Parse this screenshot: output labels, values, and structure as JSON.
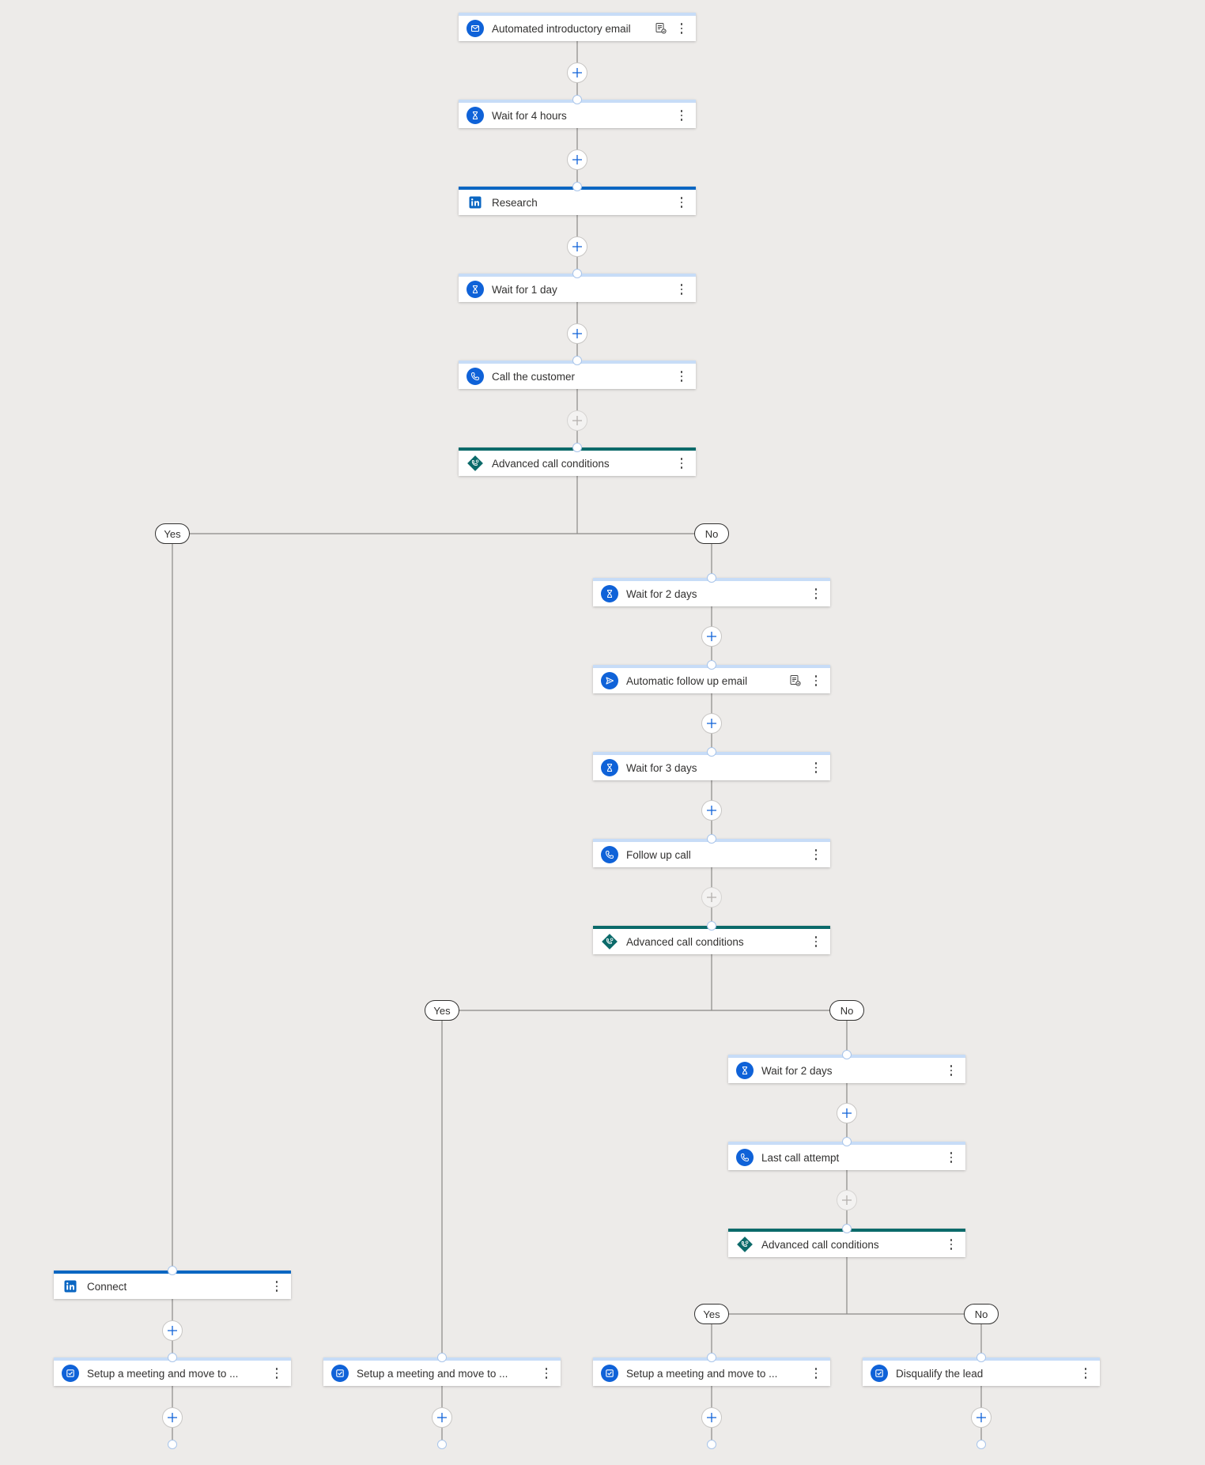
{
  "icons": {
    "email": "email-icon",
    "wait": "hourglass-icon",
    "linkedin": "linkedin-icon",
    "call": "phone-icon",
    "condition": "call-condition-icon",
    "send": "send-icon",
    "task": "checkbox-task-icon",
    "template": "email-template-icon",
    "add": "plus-icon",
    "more": "more-options-icon"
  },
  "colors": {
    "canvas_background": "#edebe9",
    "activity_icon": "#0f62d8",
    "linkedin_accent": "#0a66c2",
    "condition_accent": "#0b6a6a",
    "node_top_default": "#c7dcf7",
    "connector_line": "#8a8886"
  },
  "steps": [
    {
      "id": "s1",
      "label": "Automated introductory email",
      "kind": "email",
      "has_template": true
    },
    {
      "id": "s2",
      "label": "Wait for 4 hours",
      "kind": "wait"
    },
    {
      "id": "s3",
      "label": "Research",
      "kind": "linkedin"
    },
    {
      "id": "s4",
      "label": "Wait for 1 day",
      "kind": "wait"
    },
    {
      "id": "s5",
      "label": "Call the customer",
      "kind": "call"
    },
    {
      "id": "s6",
      "label": "Advanced call conditions",
      "kind": "condition"
    },
    {
      "id": "s7",
      "label": "Wait for 2 days",
      "kind": "wait"
    },
    {
      "id": "s8",
      "label": "Automatic follow up email",
      "kind": "send",
      "has_template": true
    },
    {
      "id": "s9",
      "label": "Wait for 3 days",
      "kind": "wait"
    },
    {
      "id": "s10",
      "label": "Follow up call",
      "kind": "call"
    },
    {
      "id": "s11",
      "label": "Advanced call conditions",
      "kind": "condition"
    },
    {
      "id": "s12",
      "label": "Wait for 2 days",
      "kind": "wait"
    },
    {
      "id": "s13",
      "label": "Last call attempt",
      "kind": "call"
    },
    {
      "id": "s14",
      "label": "Advanced call conditions",
      "kind": "condition"
    },
    {
      "id": "s15",
      "label": "Connect",
      "kind": "linkedin"
    },
    {
      "id": "s16",
      "label": "Setup a meeting and move to ...",
      "kind": "task"
    },
    {
      "id": "s17",
      "label": "Setup a meeting and move to ...",
      "kind": "task"
    },
    {
      "id": "s18",
      "label": "Setup a meeting and move to ...",
      "kind": "task"
    },
    {
      "id": "s19",
      "label": "Disqualify the lead",
      "kind": "task"
    }
  ],
  "branches": [
    {
      "id": "b1",
      "label": "Yes"
    },
    {
      "id": "b2",
      "label": "No"
    },
    {
      "id": "b3",
      "label": "Yes"
    },
    {
      "id": "b4",
      "label": "No"
    },
    {
      "id": "b5",
      "label": "Yes"
    },
    {
      "id": "b6",
      "label": "No"
    }
  ]
}
